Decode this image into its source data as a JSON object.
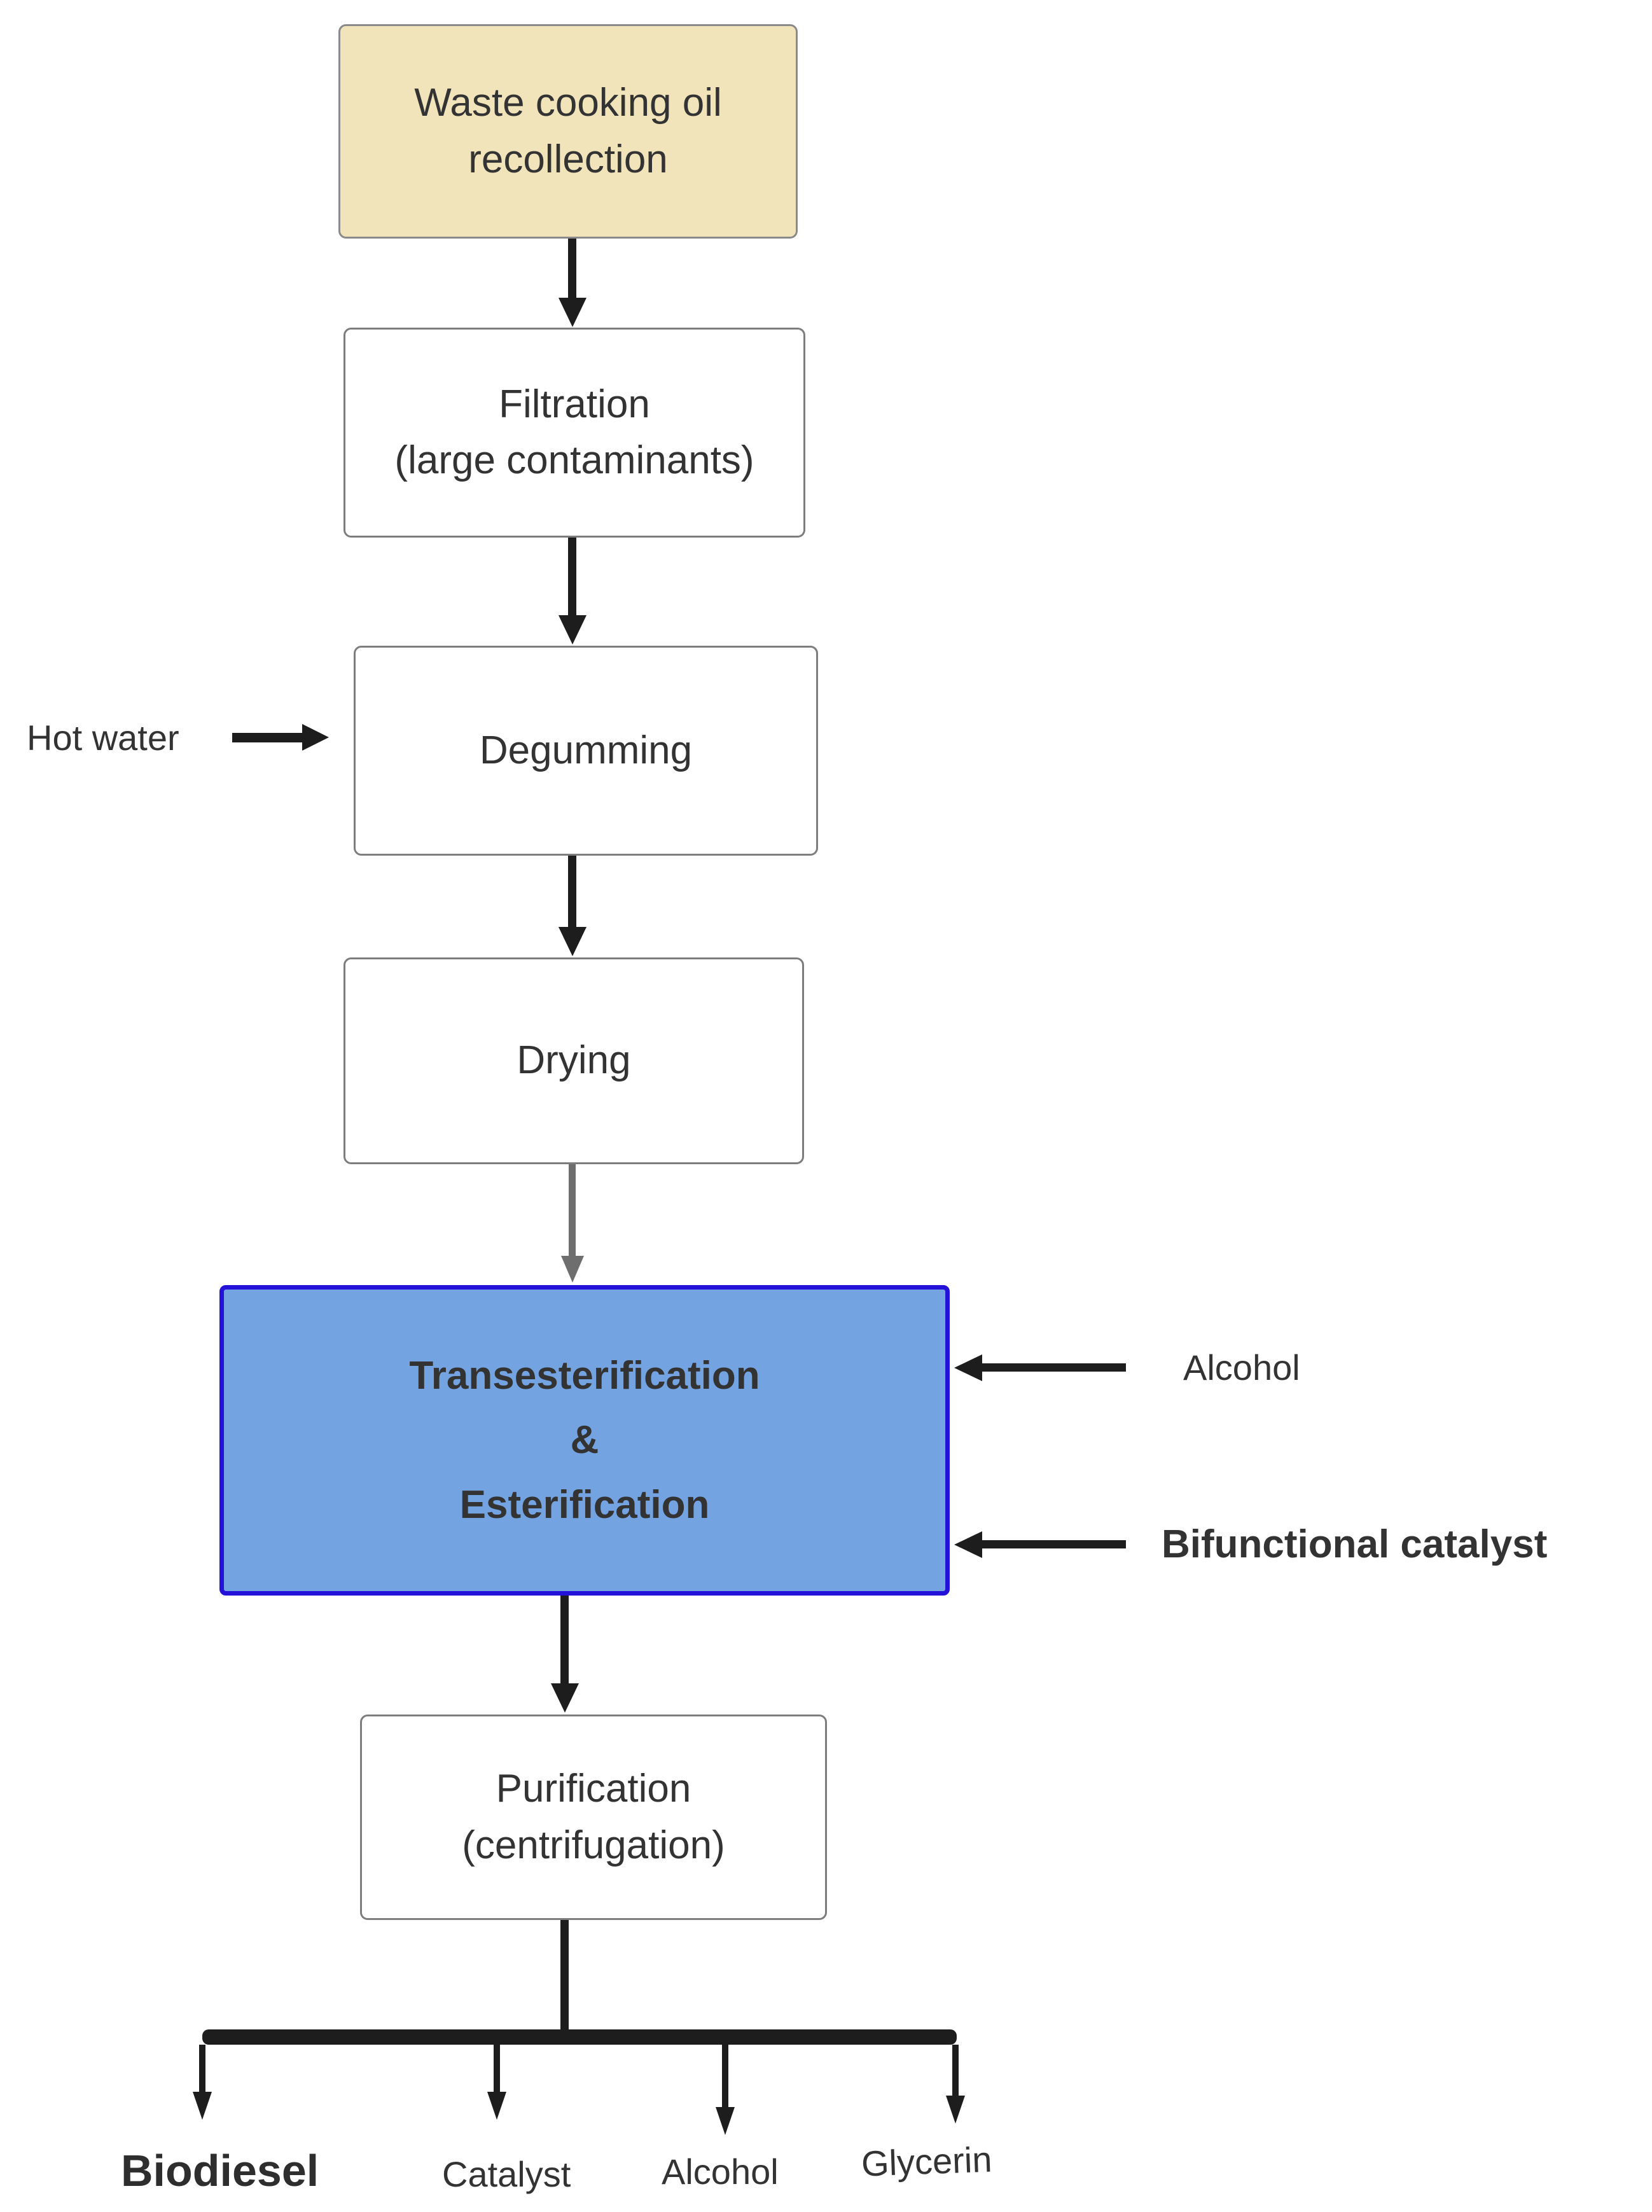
{
  "nodes": {
    "waste": {
      "label": "Waste cooking oil\nrecollection"
    },
    "filtration": {
      "label": "Filtration\n(large contaminants)"
    },
    "degumming": {
      "label": "Degumming"
    },
    "drying": {
      "label": "Drying"
    },
    "reaction": {
      "line1": "Transesterification",
      "line2": "&",
      "line3": "Esterification"
    },
    "purification": {
      "label": "Purification\n(centrifugation)"
    }
  },
  "inputs": {
    "hot_water": {
      "label": "Hot water"
    },
    "alcohol": {
      "label": "Alcohol"
    },
    "bifunctional_catalyst": {
      "label": "Bifunctional catalyst"
    }
  },
  "outputs": {
    "biodiesel": {
      "label": "Biodiesel"
    },
    "catalyst": {
      "label": "Catalyst"
    },
    "alcohol": {
      "label": "Alcohol"
    },
    "glycerin": {
      "label": "Glycerin"
    }
  },
  "colors": {
    "waste_fill": "#f2e4ba",
    "waste_border": "#8a8a8a",
    "box_fill": "#ffffff",
    "box_border": "#7d7d7d",
    "reaction_fill": "#74a3e2",
    "reaction_border": "#2512d9",
    "arrow_black": "#1d1d1d",
    "arrow_gray": "#6e6e6e",
    "text": "#333333"
  }
}
